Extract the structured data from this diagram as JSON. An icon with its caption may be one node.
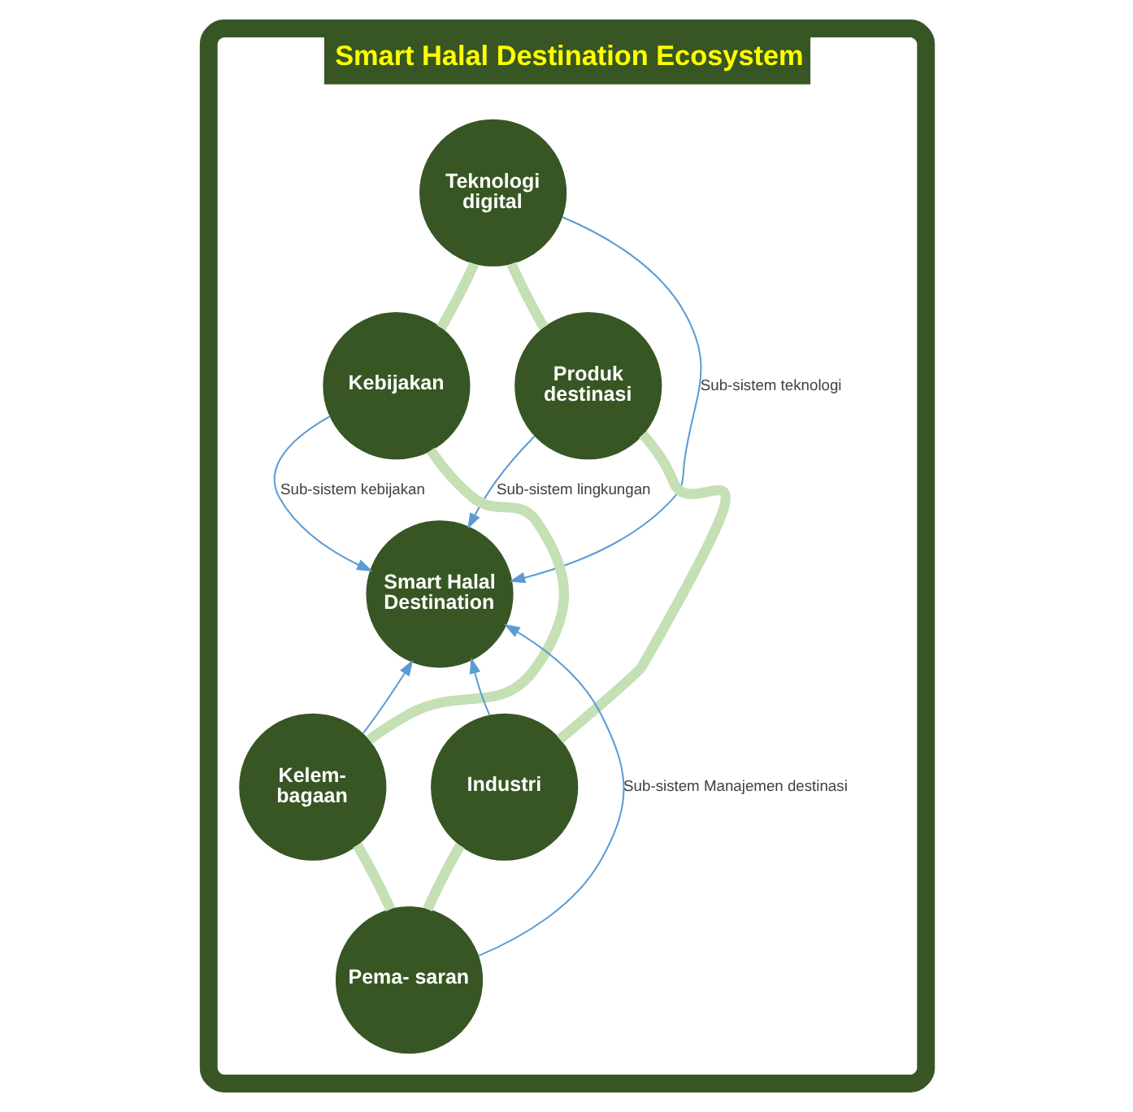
{
  "diagram": {
    "nodes": [
      {
        "text": [
          "Smart Halal Destination Ecosystem"
        ]
      },
      {
        "text": [
          "Teknologi digital"
        ],
        "in": 0
      },
      {
        "text": [
          "Produk destinasi"
        ],
        "in": 0
      },
      {
        "text": [
          "Industri"
        ],
        "in": 0
      },
      {
        "text": [
          "Pema- saran"
        ],
        "in": 0
      },
      {
        "text": [
          "Kelem- bagaan"
        ],
        "in": 0
      },
      {
        "text": [
          "Kebijakan"
        ],
        "in": 0
      },
      {
        "text": [
          "Smart Halal Destination"
        ],
        "in": 0
      }
    ],
    "edges": [
      {
        "from": 1,
        "to": 2,
        "arrow": "none",
        "style": "thick",
        "color": "#c5e0b4"
      },
      {
        "from": 2,
        "to": 3,
        "arrow": "none",
        "style": "thick",
        "color": "#c5e0b4"
      },
      {
        "from": 3,
        "to": 4,
        "arrow": "none",
        "style": "thick",
        "color": "#c5e0b4"
      },
      {
        "from": 4,
        "to": 5,
        "arrow": "none",
        "style": "thick",
        "color": "#c5e0b4"
      },
      {
        "from": 5,
        "to": 6,
        "arrow": "none",
        "style": "thick",
        "color": "#c5e0b4"
      },
      {
        "from": 6,
        "to": 1,
        "arrow": "none",
        "style": "thick",
        "color": "#c5e0b4"
      },
      {
        "from": 1,
        "to": 7,
        "arrow": "to",
        "label": "Sub-sistem teknologi",
        "color": "#5b9bd5"
      },
      {
        "from": 6,
        "to": 7,
        "arrow": "to",
        "label": "Sub-sistem kebijakan",
        "color": "#5b9bd5"
      },
      {
        "from": 2,
        "to": 7,
        "arrow": "to",
        "label": "Sub-sistem lingkungan",
        "color": "#5b9bd5"
      },
      {
        "from": 5,
        "to": 7,
        "arrow": "to",
        "color": "#5b9bd5"
      },
      {
        "from": 3,
        "to": 7,
        "arrow": "to",
        "color": "#5b9bd5"
      },
      {
        "from": 4,
        "to": 7,
        "arrow": "to",
        "label": "Sub-sistem Manajemen destinasi",
        "color": "#5b9bd5"
      }
    ]
  }
}
